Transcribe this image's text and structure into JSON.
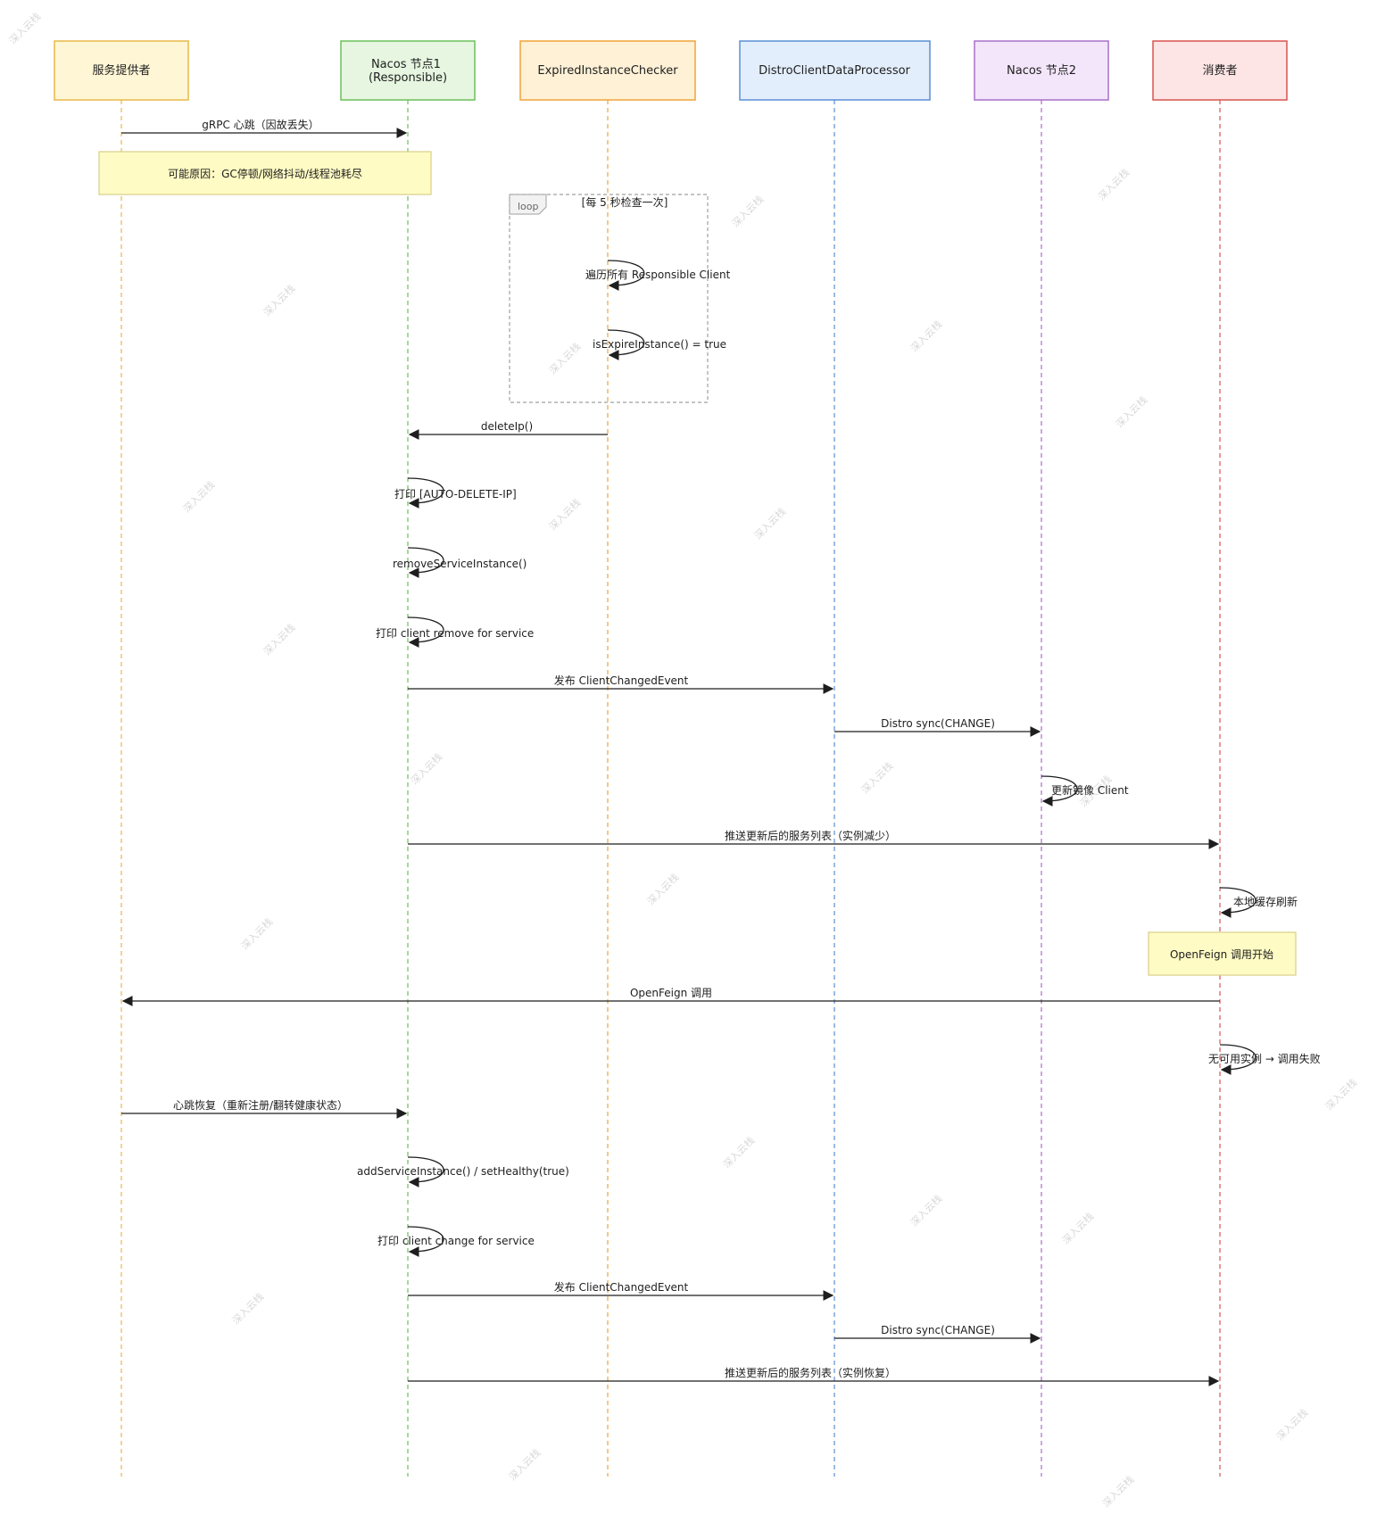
{
  "actors": [
    {
      "label": "服务提供者",
      "color": "#e8b84a",
      "fill": "#fff6d5"
    },
    {
      "label": "Nacos 节点1\n(Responsible)",
      "color": "#6cbf5b",
      "fill": "#e6f6e0"
    },
    {
      "label": "ExpiredInstanceChecker",
      "color": "#f0a33a",
      "fill": "#fff1d6"
    },
    {
      "label": "DistroClientDataProcessor",
      "color": "#5a8fd6",
      "fill": "#e3eefc"
    },
    {
      "label": "Nacos 节点2",
      "color": "#a870c8",
      "fill": "#f3e6fa"
    },
    {
      "label": "消费者",
      "color": "#d9534f",
      "fill": "#fde5e5"
    }
  ],
  "notes": [
    {
      "label": "可能原因：GC停顿/网络抖动/线程池耗尽"
    },
    {
      "label": "OpenFeign 调用开始"
    }
  ],
  "loop": {
    "tag": "loop",
    "condition": "[每 5 秒检查一次]"
  },
  "messages": [
    {
      "label": "gRPC 心跳（因故丢失）"
    },
    {
      "label": "遍历所有 Responsible Client"
    },
    {
      "label": "isExpireInstance() = true"
    },
    {
      "label": "deleteIp()"
    },
    {
      "label": "打印 [AUTO-DELETE-IP]"
    },
    {
      "label": "removeServiceInstance()"
    },
    {
      "label": "打印 client remove for service"
    },
    {
      "label": "发布 ClientChangedEvent"
    },
    {
      "label": "Distro sync(CHANGE)"
    },
    {
      "label": "更新镜像 Client"
    },
    {
      "label": "推送更新后的服务列表（实例减少）"
    },
    {
      "label": "本地缓存刷新"
    },
    {
      "label": "OpenFeign 调用"
    },
    {
      "label": "无可用实例 → 调用失败"
    },
    {
      "label": "心跳恢复（重新注册/翻转健康状态）"
    },
    {
      "label": "addServiceInstance() / setHealthy(true)"
    },
    {
      "label": "打印 client change for service"
    },
    {
      "label": "发布 ClientChangedEvent"
    },
    {
      "label": "Distro sync(CHANGE)"
    },
    {
      "label": "推送更新后的服务列表（实例恢复）"
    }
  ],
  "watermark": "深入云栈"
}
